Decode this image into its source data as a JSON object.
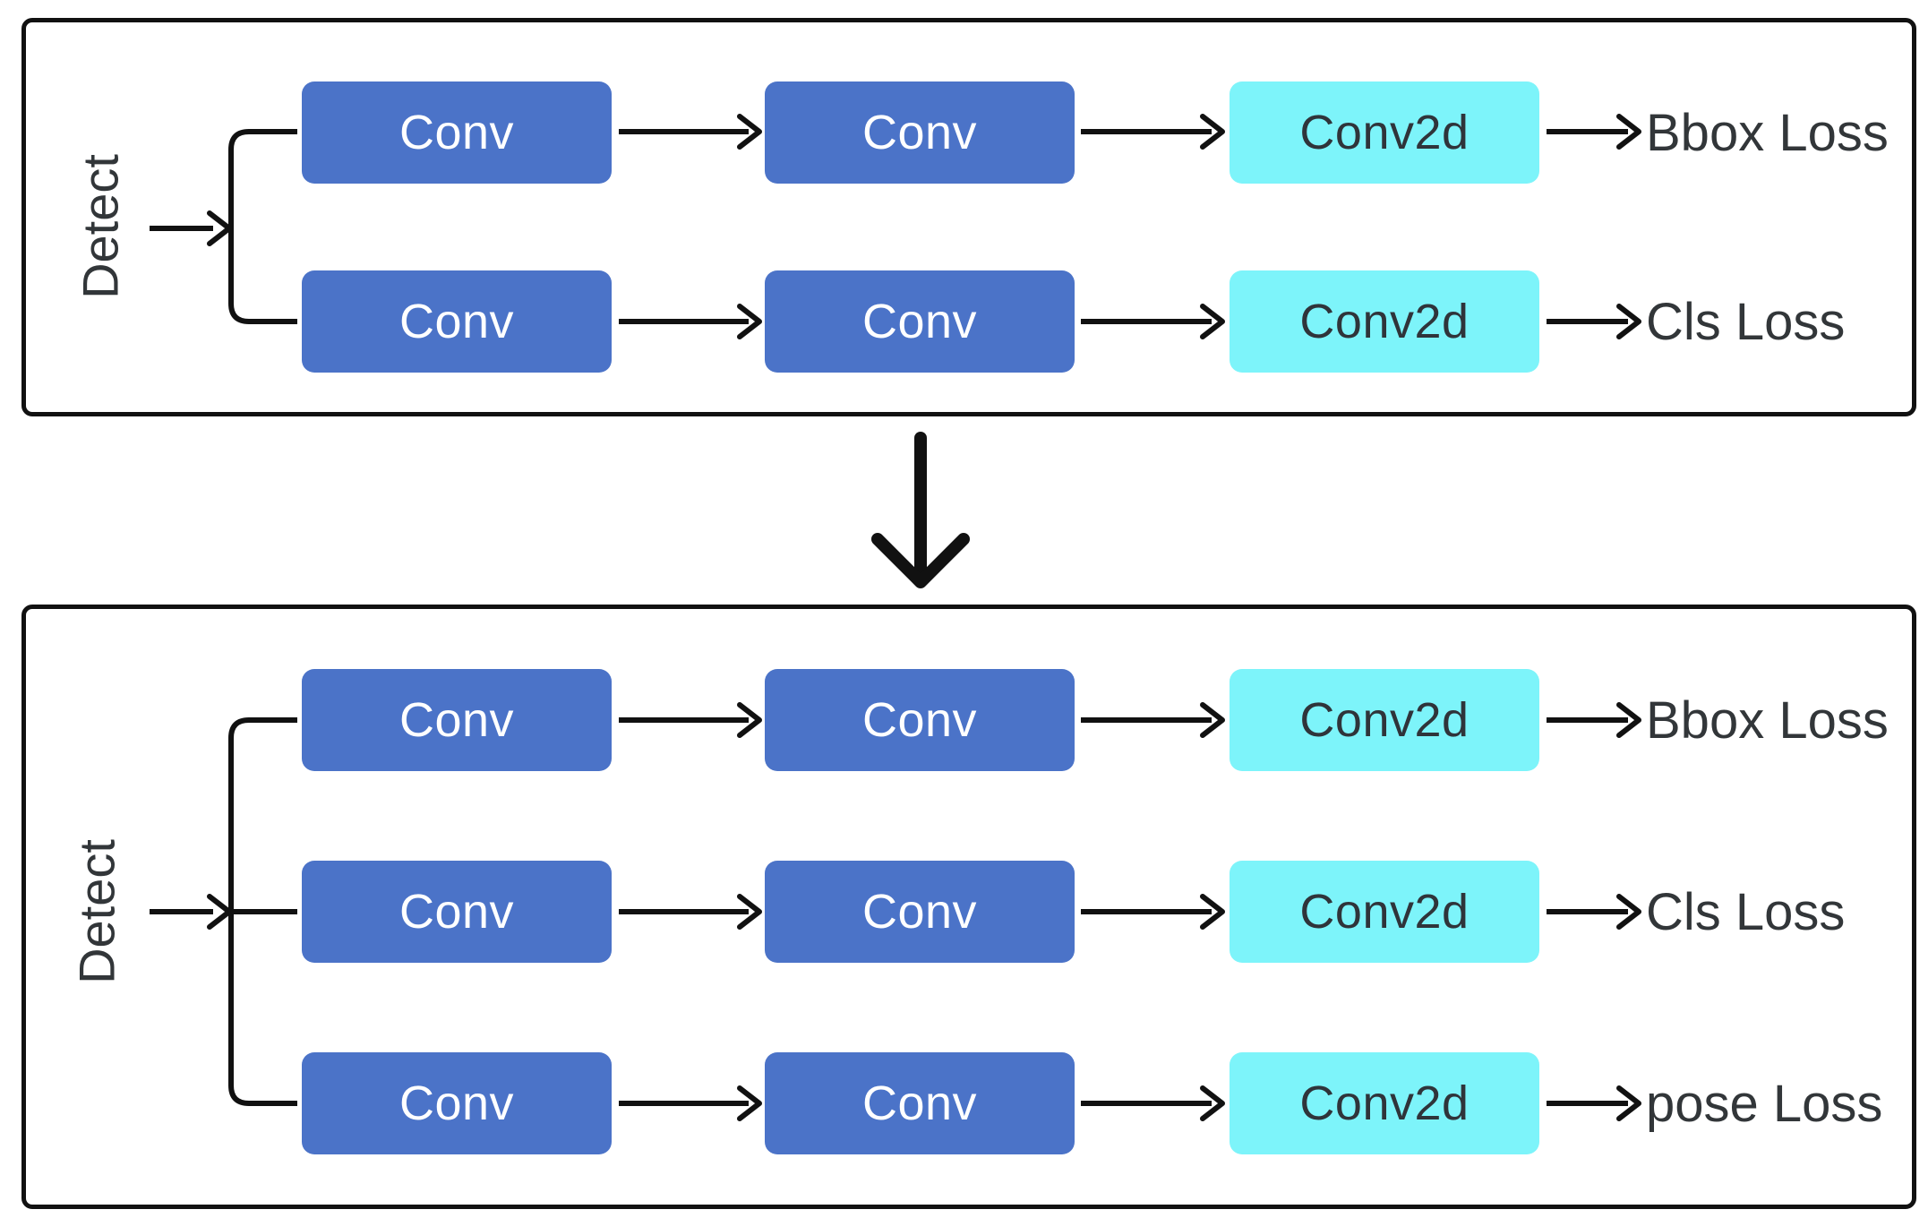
{
  "diagram": {
    "before": {
      "detect_label": "Detect",
      "rows": [
        {
          "box1": "Conv",
          "box2": "Conv",
          "box3": "Conv2d",
          "loss": "Bbox Loss"
        },
        {
          "box1": "Conv",
          "box2": "Conv",
          "box3": "Conv2d",
          "loss": "Cls Loss"
        }
      ]
    },
    "after": {
      "detect_label": "Detect",
      "rows": [
        {
          "box1": "Conv",
          "box2": "Conv",
          "box3": "Conv2d",
          "loss": "Bbox Loss"
        },
        {
          "box1": "Conv",
          "box2": "Conv",
          "box3": "Conv2d",
          "loss": "Cls Loss"
        },
        {
          "box1": "Conv",
          "box2": "Conv",
          "box3": "Conv2d",
          "loss": "pose Loss"
        }
      ]
    },
    "colors": {
      "conv_fill": "#4B73C8",
      "conv2d_fill": "#7DF4FA",
      "conv_text": "#FFFFFF",
      "conv2d_text": "#2F343A",
      "label_text": "#323639",
      "line": "#111111"
    }
  }
}
